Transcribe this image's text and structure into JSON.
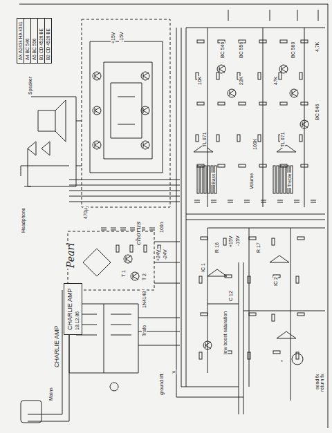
{
  "diagram": {
    "title": "CHARLIE AMP",
    "nodes": [
      {
        "text": [
          "AX A2434 HA 4341",
          "A4 BC 546",
          "A5 BC 556",
          "B1 CD 4528 BE",
          "B2 CD 4528 BE"
        ]
      },
      {
        "text": [
          "CHARLIE AMP",
          "18.12.86"
        ]
      }
    ],
    "labels": [
      "Pearl",
      "chorus",
      "+15V",
      "-15V",
      "+15V",
      "-15V",
      "TL 071",
      "TL 071",
      "BC 546",
      "BC 556",
      "BC 560",
      "BC 546",
      "1N4148",
      "470µ",
      "100n",
      "10K",
      "22K",
      "47K",
      "4,7K",
      "100K",
      "R 16",
      "R 17",
      "C 12",
      "T 1",
      "T 2",
      "IC 1",
      "IC 2",
      "Volume",
      "Treble",
      "Bass",
      "low boost saturation",
      "X",
      "*",
      "send fx",
      "return fx",
      "Speaker",
      "Headphone",
      "Mains",
      "ground lift",
      "Trafo",
      "+24V",
      "-24V"
    ]
  }
}
